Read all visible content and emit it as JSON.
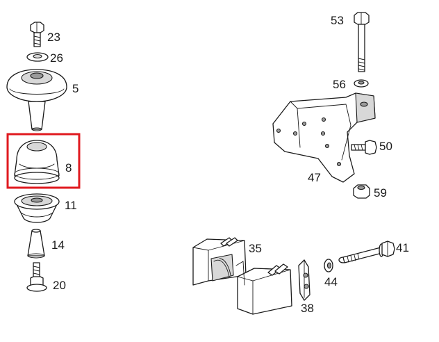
{
  "highlight_color": "#e0191f",
  "highlighted_part": "8",
  "parts": {
    "p23": "23",
    "p26": "26",
    "p5": "5",
    "p8": "8",
    "p11": "11",
    "p14": "14",
    "p20": "20",
    "p53": "53",
    "p56": "56",
    "p50": "50",
    "p47": "47",
    "p59": "59",
    "p35": "35",
    "p41": "41",
    "p44": "44",
    "p38": "38"
  }
}
